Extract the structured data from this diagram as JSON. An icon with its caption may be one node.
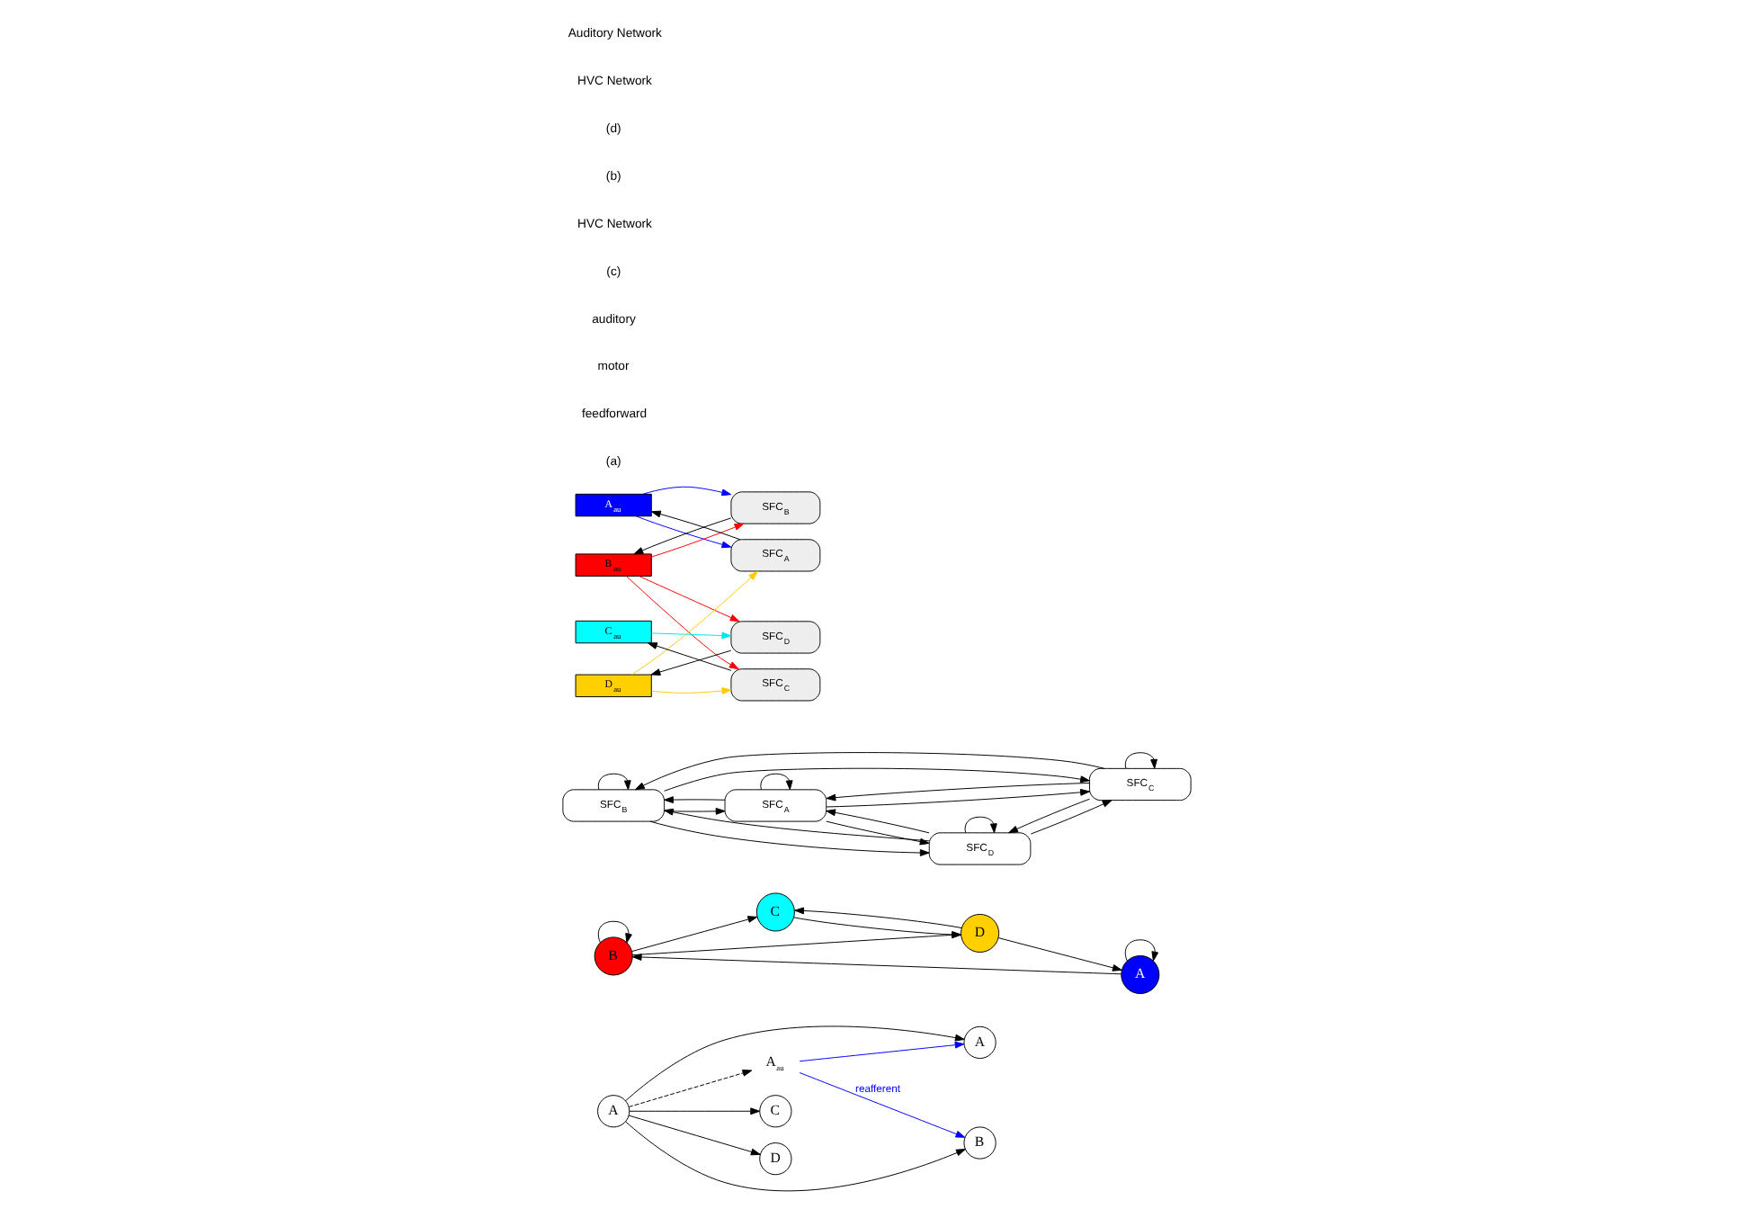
{
  "diagram": {
    "nodes": [
      {
        "text": [
          "A"
        ]
      },
      {
        "text": [
          "A"
        ]
      },
      {
        "text": [
          "B"
        ]
      },
      {
        "text": [
          "C"
        ]
      },
      {
        "text": [
          "D"
        ]
      },
      {
        "text": [
          "A$_{au}$"
        ]
      },
      {
        "text": [
          "B"
        ]
      },
      {
        "text": [
          "A"
        ]
      },
      {
        "text": [
          "C"
        ]
      },
      {
        "text": [
          "D"
        ]
      },
      {
        "text": [
          "SFC$_{B}$"
        ]
      },
      {
        "text": [
          "SFC$_{A}$"
        ]
      },
      {
        "text": [
          "SFC$_{C}$"
        ]
      },
      {
        "text": [
          "SFC$_{D}$"
        ]
      },
      {
        "text": [
          "A$_{au}$"
        ]
      },
      {
        "text": [
          "B$_{au}$"
        ]
      },
      {
        "text": [
          "C$_{au}$"
        ]
      },
      {
        "text": [
          "D$_{au}$"
        ]
      },
      {
        "text": [
          "SFC$_{A}$"
        ]
      },
      {
        "text": [
          "SFC$_{B}$"
        ]
      },
      {
        "text": [
          "SFC$_{C}$"
        ]
      },
      {
        "text": [
          "SFC$_{D}$"
        ]
      }
    ],
    "edges": [
      {
        "from": 0,
        "to": 1,
        "arrow": "to"
      },
      {
        "from": 0,
        "to": 2,
        "arrow": "to"
      },
      {
        "from": 0,
        "to": 3,
        "arrow": "to"
      },
      {
        "from": 0,
        "to": 4,
        "arrow": "to"
      },
      {
        "from": 0,
        "to": 5,
        "arrow": "to",
        "style": "dashed"
      },
      {
        "from": 5,
        "to": 1,
        "arrow": "to",
        "color": "#0000ff"
      },
      {
        "from": 5,
        "to": 2,
        "arrow": "to",
        "color": "#0000ff",
        "label": "reafferent"
      },
      {
        "from": 6,
        "to": 6,
        "arrow": "to"
      },
      {
        "from": 7,
        "to": 7,
        "arrow": "to"
      },
      {
        "from": 7,
        "to": 6,
        "arrow": "to"
      },
      {
        "from": 6,
        "to": 8,
        "arrow": "to"
      },
      {
        "from": 6,
        "to": 9,
        "arrow": "to"
      },
      {
        "from": 9,
        "to": 7,
        "arrow": "to"
      },
      {
        "from": 9,
        "to": 8,
        "arrow": "to"
      },
      {
        "from": 8,
        "to": 9,
        "arrow": "to"
      },
      {
        "from": 10,
        "to": 10,
        "arrow": "to"
      },
      {
        "from": 11,
        "to": 11,
        "arrow": "to"
      },
      {
        "from": 12,
        "to": 12,
        "arrow": "to"
      },
      {
        "from": 13,
        "to": 13,
        "arrow": "to"
      },
      {
        "from": 11,
        "to": 10,
        "arrow": "to"
      },
      {
        "from": 10,
        "to": 11,
        "arrow": "to"
      },
      {
        "from": 10,
        "to": 12,
        "arrow": "to"
      },
      {
        "from": 12,
        "to": 10,
        "arrow": "to"
      },
      {
        "from": 11,
        "to": 12,
        "arrow": "to"
      },
      {
        "from": 12,
        "to": 11,
        "arrow": "to"
      },
      {
        "from": 10,
        "to": 13,
        "arrow": "to"
      },
      {
        "from": 13,
        "to": 10,
        "arrow": "to"
      },
      {
        "from": 11,
        "to": 13,
        "arrow": "to"
      },
      {
        "from": 13,
        "to": 11,
        "arrow": "to"
      },
      {
        "from": 12,
        "to": 13,
        "arrow": "to"
      },
      {
        "from": 13,
        "to": 12,
        "arrow": "to"
      },
      {
        "from": 14,
        "to": 18,
        "arrow": "to",
        "color": "#0000ff"
      },
      {
        "from": 14,
        "to": 19,
        "arrow": "to",
        "color": "#0000ff"
      },
      {
        "from": 15,
        "to": 19,
        "arrow": "to",
        "color": "#ff0000"
      },
      {
        "from": 15,
        "to": 20,
        "arrow": "to",
        "color": "#ff0000"
      },
      {
        "from": 15,
        "to": 21,
        "arrow": "to",
        "color": "#ff0000"
      },
      {
        "from": 16,
        "to": 21,
        "arrow": "to",
        "color": "#00e5ee"
      },
      {
        "from": 17,
        "to": 18,
        "arrow": "to",
        "color": "#ffcc00"
      },
      {
        "from": 17,
        "to": 20,
        "arrow": "to",
        "color": "#ffcc00"
      },
      {
        "from": 18,
        "to": 14,
        "arrow": "to"
      },
      {
        "from": 19,
        "to": 15,
        "arrow": "to"
      },
      {
        "from": 20,
        "to": 16,
        "arrow": "to"
      },
      {
        "from": 21,
        "to": 17,
        "arrow": "to"
      }
    ],
    "labels": [
      "(a)",
      "feedforward",
      "motor",
      "auditory",
      "(c)",
      "HVC Network",
      "(b)",
      "(d)",
      "HVC Network",
      "Auditory Network"
    ]
  }
}
